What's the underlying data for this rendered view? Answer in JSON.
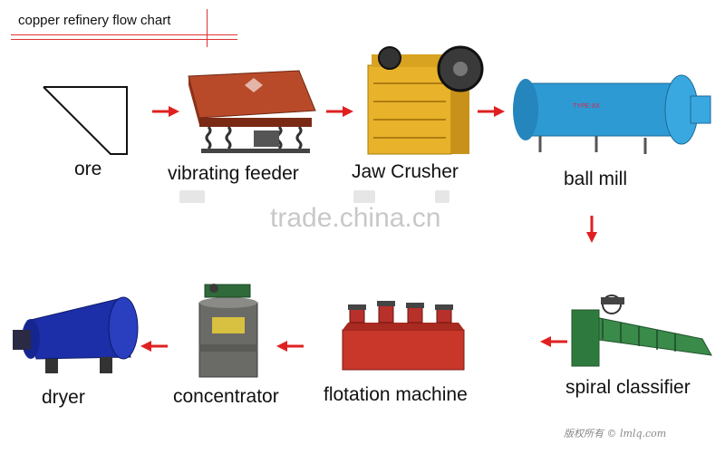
{
  "title": "copper refinery flow chart",
  "stages": [
    {
      "name": "ore"
    },
    {
      "name": "vibrating feeder"
    },
    {
      "name": "Jaw Crusher"
    },
    {
      "name": "ball mill"
    },
    {
      "name": "spiral classifier"
    },
    {
      "name": "flotation machine"
    },
    {
      "name": "concentrator"
    },
    {
      "name": "dryer"
    }
  ],
  "watermark": "trade.china.cn",
  "copyright": "版权所有 © lmlq.com",
  "colors": {
    "arrow": "#e02020",
    "title_rule": "#dd3333",
    "feeder": "#b84a2a",
    "crusher": "#e8b32a",
    "ball_mill": "#2e9ad4",
    "classifier": "#3a8a4a",
    "flotation": "#c8372a",
    "concentrator": "#6a6a66",
    "dryer": "#1c2fa8"
  }
}
